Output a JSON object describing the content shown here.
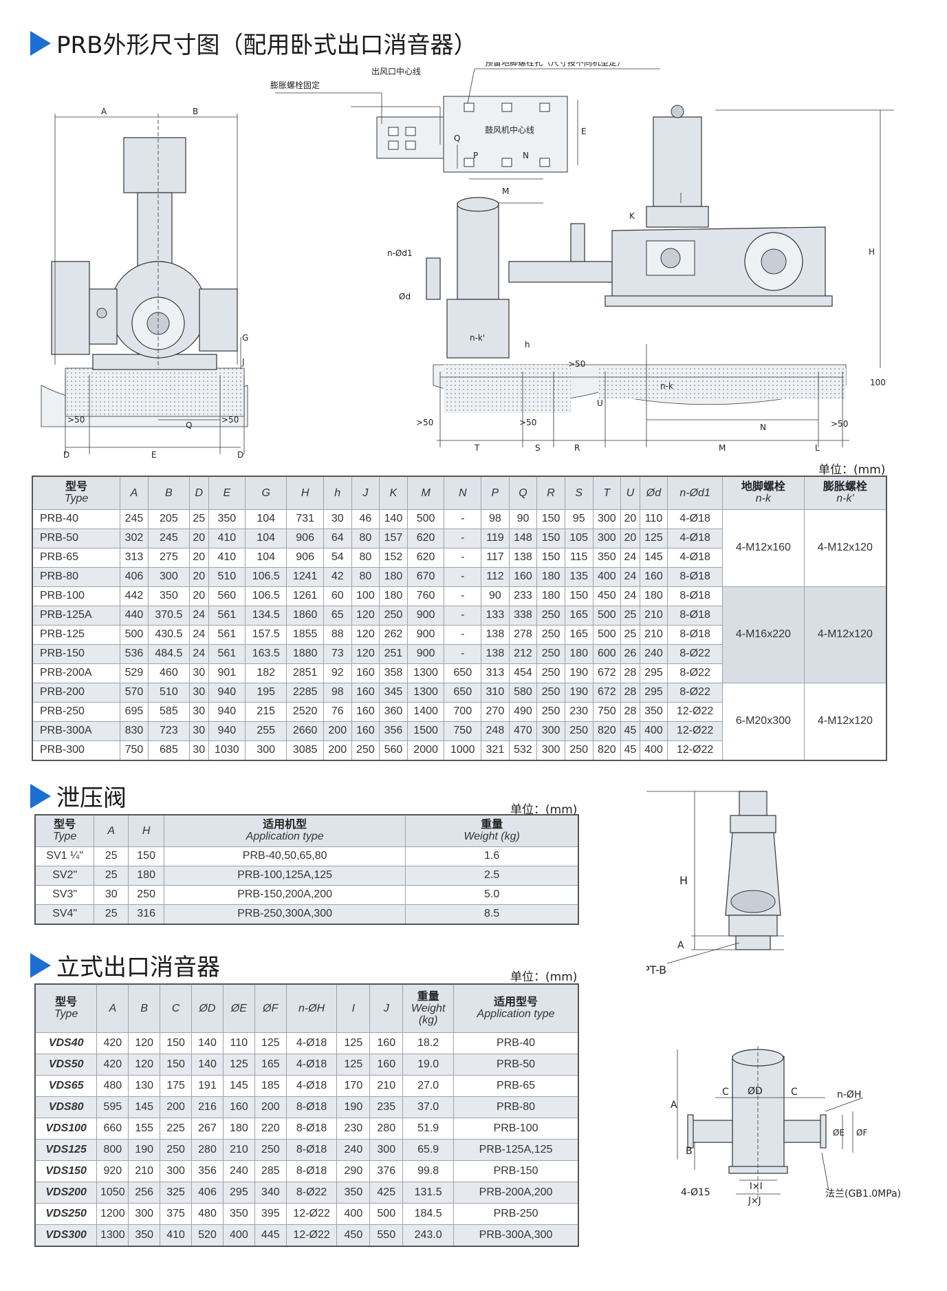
{
  "sections": {
    "prb_title": "PRB外形尺寸图（配用卧式出口消音器）",
    "sv_title": "泄压阀",
    "vds_title": "立式出口消音器"
  },
  "units": {
    "prb": "单位：(mm)",
    "sv": "单位：(mm)",
    "vds": "单位：(mm)"
  },
  "drawing_labels": {
    "expansion_bolt": "膨胀螺栓固定",
    "outlet_center": "出风口中心线",
    "anchor_hole": "预留地脚螺栓孔（尺寸按不同机型定）",
    "blower_center": "鼓风机中心线",
    "letters": [
      "A",
      "B",
      "D",
      "E",
      "D",
      "Q",
      "G",
      "J",
      "P",
      "N",
      "M",
      "E",
      "Q",
      "K",
      "H",
      "h",
      "T",
      "S",
      "R",
      "N",
      "M",
      "L",
      "U",
      "100"
    ],
    "gt50": ">50",
    "n_d1": "n-Ød1",
    "od": "Ød",
    "nk1": "n-k'",
    "nk": "n-k",
    "sv_H": "H",
    "sv_A": "A",
    "sv_ptb": "PT-B",
    "vds_od": "ØD",
    "vds_c": "C",
    "vds_noh": "n-ØH",
    "vds_a": "A",
    "vds_b": "B",
    "vds_oe": "ØE",
    "vds_of": "ØF",
    "vds_415": "4-Ø15",
    "vds_ixi": "I×I",
    "vds_jxj": "J×J",
    "vds_flange": "法兰(GB1.0MPa)"
  },
  "prb_table": {
    "headers": [
      {
        "zh": "型号",
        "en": "Type"
      },
      {
        "en": "A"
      },
      {
        "en": "B"
      },
      {
        "en": "D"
      },
      {
        "en": "E"
      },
      {
        "en": "G"
      },
      {
        "en": "H"
      },
      {
        "en": "h"
      },
      {
        "en": "J"
      },
      {
        "en": "K"
      },
      {
        "en": "M"
      },
      {
        "en": "N"
      },
      {
        "en": "P"
      },
      {
        "en": "Q"
      },
      {
        "en": "R"
      },
      {
        "en": "S"
      },
      {
        "en": "T"
      },
      {
        "en": "U"
      },
      {
        "en": "Ød"
      },
      {
        "en": "n-Ød1"
      },
      {
        "zh": "地脚螺栓",
        "en": "n-k"
      },
      {
        "zh": "膨胀螺栓",
        "en": "n-k'"
      }
    ],
    "rows": [
      [
        "PRB-40",
        "245",
        "205",
        "25",
        "350",
        "104",
        "731",
        "30",
        "46",
        "140",
        "500",
        "-",
        "98",
        "90",
        "150",
        "95",
        "300",
        "20",
        "110",
        "4-Ø18"
      ],
      [
        "PRB-50",
        "302",
        "245",
        "20",
        "410",
        "104",
        "906",
        "64",
        "80",
        "157",
        "620",
        "-",
        "119",
        "148",
        "150",
        "105",
        "300",
        "20",
        "125",
        "4-Ø18"
      ],
      [
        "PRB-65",
        "313",
        "275",
        "20",
        "410",
        "104",
        "906",
        "54",
        "80",
        "152",
        "620",
        "-",
        "117",
        "138",
        "150",
        "115",
        "350",
        "24",
        "145",
        "4-Ø18"
      ],
      [
        "PRB-80",
        "406",
        "300",
        "20",
        "510",
        "106.5",
        "1241",
        "42",
        "80",
        "180",
        "670",
        "-",
        "112",
        "160",
        "180",
        "135",
        "400",
        "24",
        "160",
        "8-Ø18"
      ],
      [
        "PRB-100",
        "442",
        "350",
        "20",
        "560",
        "106.5",
        "1261",
        "60",
        "100",
        "180",
        "760",
        "-",
        "90",
        "233",
        "180",
        "150",
        "450",
        "24",
        "180",
        "8-Ø18"
      ],
      [
        "PRB-125A",
        "440",
        "370.5",
        "24",
        "561",
        "134.5",
        "1860",
        "65",
        "120",
        "250",
        "900",
        "-",
        "133",
        "338",
        "250",
        "165",
        "500",
        "25",
        "210",
        "8-Ø18"
      ],
      [
        "PRB-125",
        "500",
        "430.5",
        "24",
        "561",
        "157.5",
        "1855",
        "88",
        "120",
        "262",
        "900",
        "-",
        "138",
        "278",
        "250",
        "165",
        "500",
        "25",
        "210",
        "8-Ø18"
      ],
      [
        "PRB-150",
        "536",
        "484.5",
        "24",
        "561",
        "163.5",
        "1880",
        "73",
        "120",
        "251",
        "900",
        "-",
        "138",
        "212",
        "250",
        "180",
        "600",
        "26",
        "240",
        "8-Ø22"
      ],
      [
        "PRB-200A",
        "529",
        "460",
        "30",
        "901",
        "182",
        "2851",
        "92",
        "160",
        "358",
        "1300",
        "650",
        "313",
        "454",
        "250",
        "190",
        "672",
        "28",
        "295",
        "8-Ø22"
      ],
      [
        "PRB-200",
        "570",
        "510",
        "30",
        "940",
        "195",
        "2285",
        "98",
        "160",
        "345",
        "1300",
        "650",
        "310",
        "580",
        "250",
        "190",
        "672",
        "28",
        "295",
        "8-Ø22"
      ],
      [
        "PRB-250",
        "695",
        "585",
        "30",
        "940",
        "215",
        "2520",
        "76",
        "160",
        "360",
        "1400",
        "700",
        "270",
        "490",
        "250",
        "230",
        "750",
        "28",
        "350",
        "12-Ø22"
      ],
      [
        "PRB-300A",
        "830",
        "723",
        "30",
        "940",
        "255",
        "2660",
        "200",
        "160",
        "356",
        "1500",
        "750",
        "248",
        "470",
        "300",
        "250",
        "820",
        "45",
        "400",
        "12-Ø22"
      ],
      [
        "PRB-300",
        "750",
        "685",
        "30",
        "1030",
        "300",
        "3085",
        "200",
        "250",
        "560",
        "2000",
        "1000",
        "321",
        "532",
        "300",
        "250",
        "820",
        "45",
        "400",
        "12-Ø22"
      ]
    ],
    "bolt_groups": [
      {
        "nk": "4-M12x160",
        "nk1": "4-M12x120"
      },
      {
        "nk": "4-M16x220",
        "nk1": "4-M12x120"
      },
      {
        "nk": "6-M20x300",
        "nk1": "4-M12x120"
      }
    ]
  },
  "sv_table": {
    "headers": [
      {
        "zh": "型号",
        "en": "Type"
      },
      {
        "en": "A"
      },
      {
        "en": "H"
      },
      {
        "zh": "适用机型",
        "en": "Application type"
      },
      {
        "zh": "重量",
        "en": "Weight (kg)"
      }
    ],
    "rows": [
      [
        "SV1 ¼\"",
        "25",
        "150",
        "PRB-40,50,65,80",
        "1.6"
      ],
      [
        "SV2\"",
        "25",
        "180",
        "PRB-100,125A,125",
        "2.5"
      ],
      [
        "SV3\"",
        "30",
        "250",
        "PRB-150,200A,200",
        "5.0"
      ],
      [
        "SV4\"",
        "25",
        "316",
        "PRB-250,300A,300",
        "8.5"
      ]
    ]
  },
  "vds_table": {
    "headers": [
      {
        "zh": "型号",
        "en": "Type"
      },
      {
        "en": "A"
      },
      {
        "en": "B"
      },
      {
        "en": "C"
      },
      {
        "en": "ØD"
      },
      {
        "en": "ØE"
      },
      {
        "en": "ØF"
      },
      {
        "en": "n-ØH"
      },
      {
        "en": "I"
      },
      {
        "en": "J"
      },
      {
        "zh": "重量",
        "en": "Weight (kg)"
      },
      {
        "zh": "适用型号",
        "en": "Application type"
      }
    ],
    "rows": [
      [
        "VDS40",
        "420",
        "120",
        "150",
        "140",
        "110",
        "125",
        "4-Ø18",
        "125",
        "160",
        "18.2",
        "PRB-40"
      ],
      [
        "VDS50",
        "420",
        "120",
        "150",
        "140",
        "125",
        "165",
        "4-Ø18",
        "125",
        "160",
        "19.0",
        "PRB-50"
      ],
      [
        "VDS65",
        "480",
        "130",
        "175",
        "191",
        "145",
        "185",
        "4-Ø18",
        "170",
        "210",
        "27.0",
        "PRB-65"
      ],
      [
        "VDS80",
        "595",
        "145",
        "200",
        "216",
        "160",
        "200",
        "8-Ø18",
        "190",
        "235",
        "37.0",
        "PRB-80"
      ],
      [
        "VDS100",
        "660",
        "155",
        "225",
        "267",
        "180",
        "220",
        "8-Ø18",
        "230",
        "280",
        "51.9",
        "PRB-100"
      ],
      [
        "VDS125",
        "800",
        "190",
        "250",
        "280",
        "210",
        "250",
        "8-Ø18",
        "240",
        "300",
        "65.9",
        "PRB-125A,125"
      ],
      [
        "VDS150",
        "920",
        "210",
        "300",
        "356",
        "240",
        "285",
        "8-Ø18",
        "290",
        "376",
        "99.8",
        "PRB-150"
      ],
      [
        "VDS200",
        "1050",
        "256",
        "325",
        "406",
        "295",
        "340",
        "8-Ø22",
        "350",
        "425",
        "131.5",
        "PRB-200A,200"
      ],
      [
        "VDS250",
        "1200",
        "300",
        "375",
        "480",
        "350",
        "395",
        "12-Ø22",
        "400",
        "500",
        "184.5",
        "PRB-250"
      ],
      [
        "VDS300",
        "1300",
        "350",
        "410",
        "520",
        "400",
        "445",
        "12-Ø22",
        "450",
        "550",
        "243.0",
        "PRB-300A,300"
      ]
    ]
  },
  "colors": {
    "accent": "#1b6fd1",
    "header_bg": "#dfe4ea",
    "row_alt": "#e6e9ee"
  }
}
